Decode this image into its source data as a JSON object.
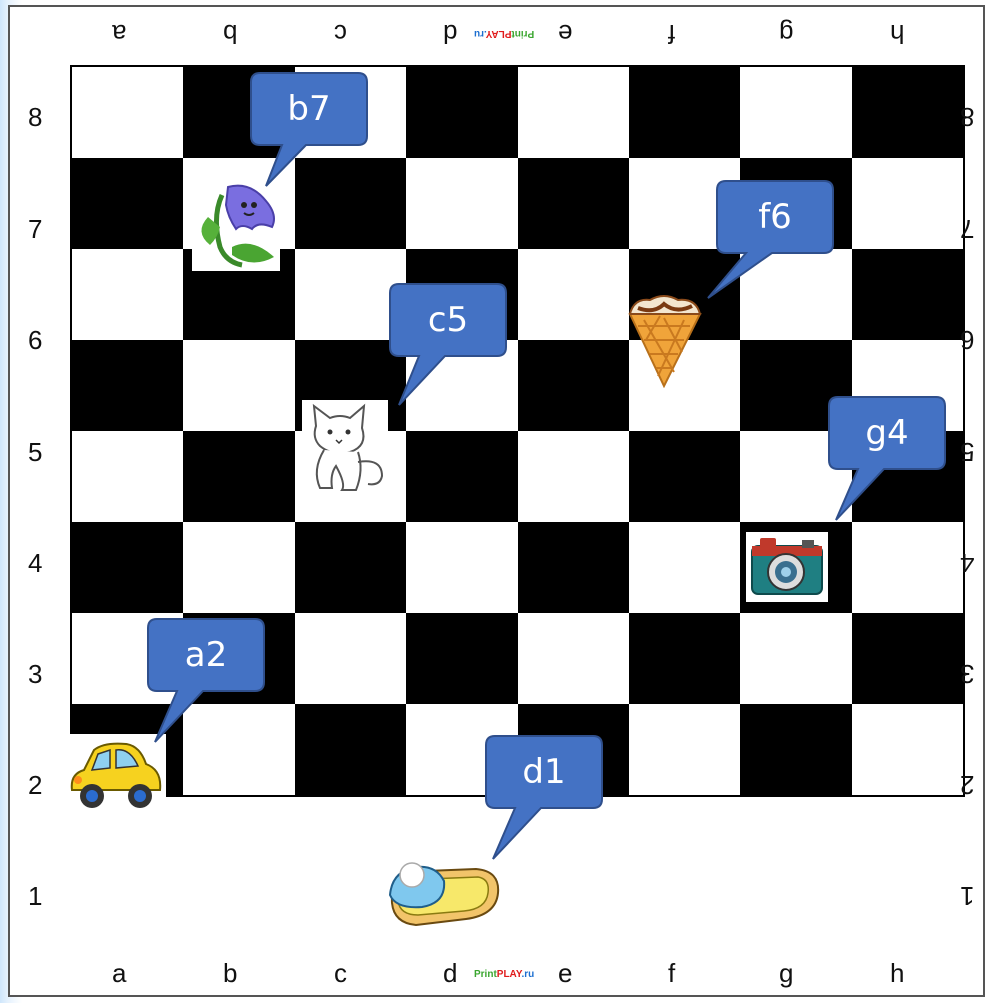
{
  "files": [
    "a",
    "b",
    "c",
    "d",
    "e",
    "f",
    "g",
    "h"
  ],
  "ranks": [
    "8",
    "7",
    "6",
    "5",
    "4",
    "3",
    "2",
    "1"
  ],
  "watermark": {
    "part1": "Print",
    "part2": "PLAY",
    "part3": ".ru"
  },
  "colors": {
    "dark_square": "#000000",
    "light_square": "#ffffff",
    "callout_fill": "#4472c4",
    "callout_border": "#2f4f8c"
  },
  "pieces": [
    {
      "square": "b7",
      "icon": "bellflower-icon"
    },
    {
      "square": "f6",
      "icon": "ice-cream-cone-icon"
    },
    {
      "square": "c5",
      "icon": "kitten-icon"
    },
    {
      "square": "g4",
      "icon": "camera-icon"
    },
    {
      "square": "a2",
      "icon": "car-icon"
    },
    {
      "square": "d1",
      "icon": "slipper-icon"
    }
  ],
  "callouts": [
    "b7",
    "f6",
    "c5",
    "g4",
    "a2",
    "d1"
  ]
}
